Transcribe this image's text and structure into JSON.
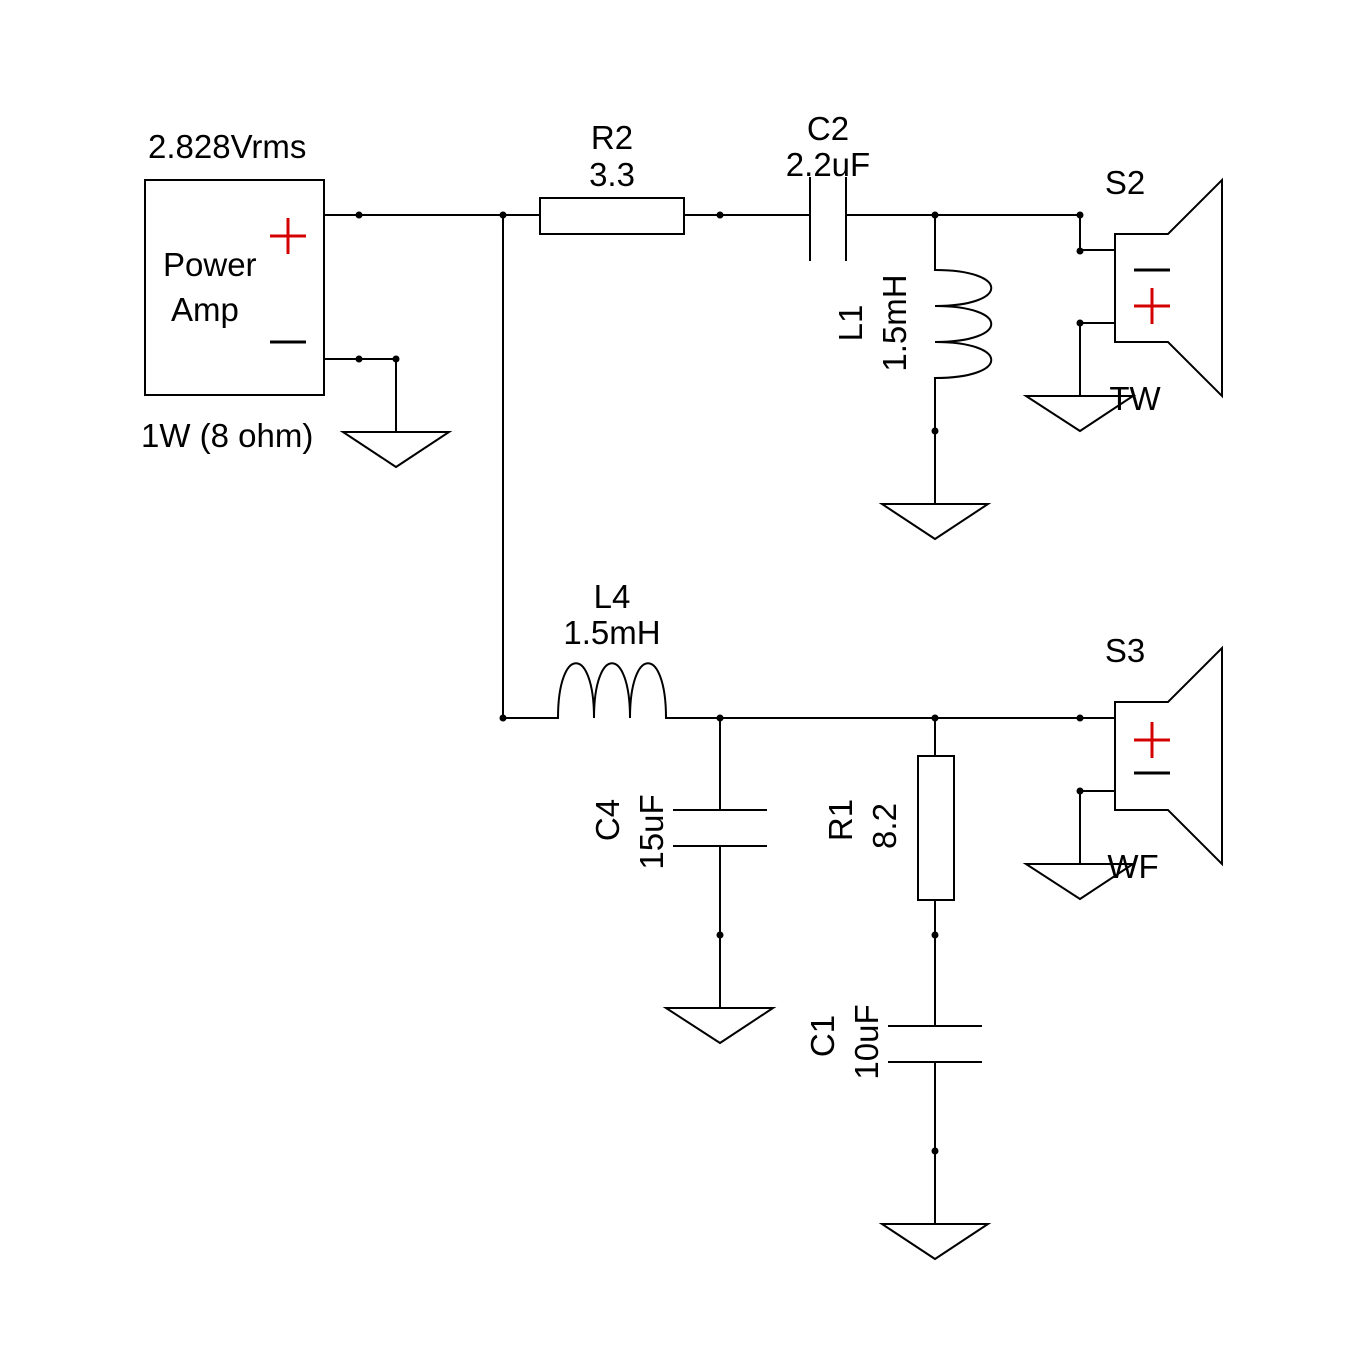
{
  "colors": {
    "wire": "#000000",
    "polarity": "#d40000",
    "background": "#ffffff"
  },
  "amp": {
    "voltage": "2.828Vrms",
    "line1": "Power",
    "line2": "Amp",
    "rating": "1W (8 ohm)"
  },
  "r2": {
    "name": "R2",
    "value": "3.3"
  },
  "c2": {
    "name": "C2",
    "value": "2.2uF"
  },
  "l1": {
    "name": "L1",
    "value": "1.5mH"
  },
  "s2": {
    "name": "S2",
    "label": "TW"
  },
  "l4": {
    "name": "L4",
    "value": "1.5mH"
  },
  "c4": {
    "name": "C4",
    "value": "15uF"
  },
  "r1": {
    "name": "R1",
    "value": "8.2"
  },
  "c1": {
    "name": "C1",
    "value": "10uF"
  },
  "s3": {
    "name": "S3",
    "label": "WF"
  }
}
